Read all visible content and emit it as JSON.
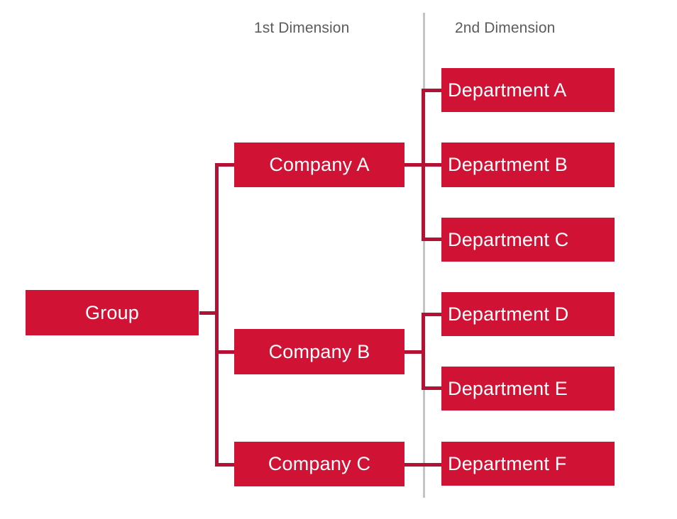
{
  "diagram": {
    "type": "organization-hierarchy-tree",
    "headers": [
      {
        "id": "dim1",
        "label": "1st Dimension"
      },
      {
        "id": "dim2",
        "label": "2nd Dimension"
      }
    ],
    "root": {
      "id": "group",
      "label": "Group"
    },
    "level1": [
      {
        "id": "company-a",
        "label": "Company A"
      },
      {
        "id": "company-b",
        "label": "Company B"
      },
      {
        "id": "company-c",
        "label": "Company C"
      }
    ],
    "level2": [
      {
        "id": "dept-a",
        "label": "Department A",
        "parent": "company-a"
      },
      {
        "id": "dept-b",
        "label": "Department B",
        "parent": "company-a"
      },
      {
        "id": "dept-c",
        "label": "Department C",
        "parent": "company-a"
      },
      {
        "id": "dept-d",
        "label": "Department D",
        "parent": "company-b"
      },
      {
        "id": "dept-e",
        "label": "Department E",
        "parent": "company-b"
      },
      {
        "id": "dept-f",
        "label": "Department F",
        "parent": "company-c"
      }
    ],
    "colors": {
      "node_fill": "#d01235",
      "node_text": "#ffffff",
      "connector": "#b31235",
      "divider": "#c4c4c4",
      "header_text": "#5c5c5c",
      "background": "#ffffff"
    }
  }
}
